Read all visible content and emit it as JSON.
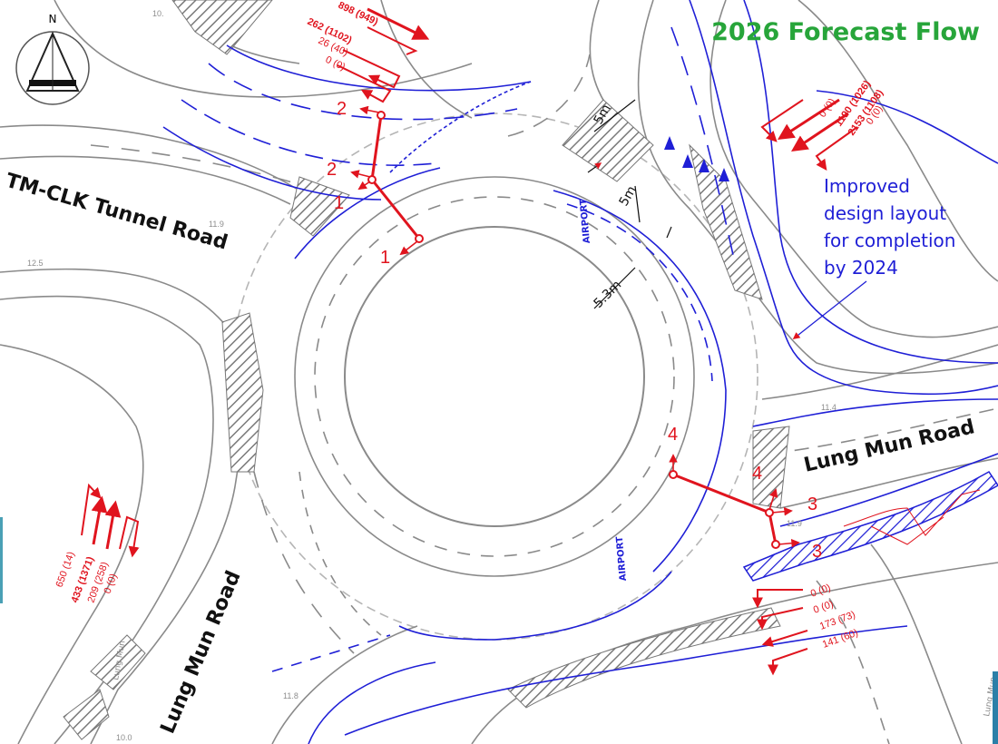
{
  "title": "2026 Forecast Flow",
  "colors": {
    "title": "#27a53a",
    "flow": "#e0141e",
    "design": "#1f1fd6",
    "base": "#8a8a8a"
  },
  "north_label": "N",
  "note": [
    "Improved",
    "design layout",
    "for completion",
    "by 2024"
  ],
  "roads": {
    "tunnel": "TM-CLK Tunnel Road",
    "lung_mun_east": "Lung Mun Road",
    "lung_mun_sw": "Lung Mun Road"
  },
  "dimensions": {
    "d1": "5m",
    "d2": "5m",
    "d3": "5.3m"
  },
  "junction_points": [
    "1",
    "1",
    "2",
    "2",
    "3",
    "3",
    "4",
    "4"
  ],
  "flows": {
    "top": [
      "898 (949)",
      "262 (1102)",
      "26 (40)",
      "0 (0)"
    ],
    "east": [
      "0 (0)",
      "1190 (1026)",
      "2153 (1108)",
      "0 (0)"
    ],
    "west": [
      "650 (14)",
      "433 (1371)",
      "209 (258)",
      "0 (0)"
    ],
    "south": [
      "0 (0)",
      "0 (0)",
      "173 (73)",
      "141 (60)"
    ]
  },
  "levels": [
    "10.",
    "12.5",
    "11.9",
    "11.4",
    "11.9",
    "11.8",
    "10.0"
  ],
  "road_markings": [
    "AIRPORT",
    "AIRPORT",
    "Lung Mun",
    "Lung Mun"
  ]
}
